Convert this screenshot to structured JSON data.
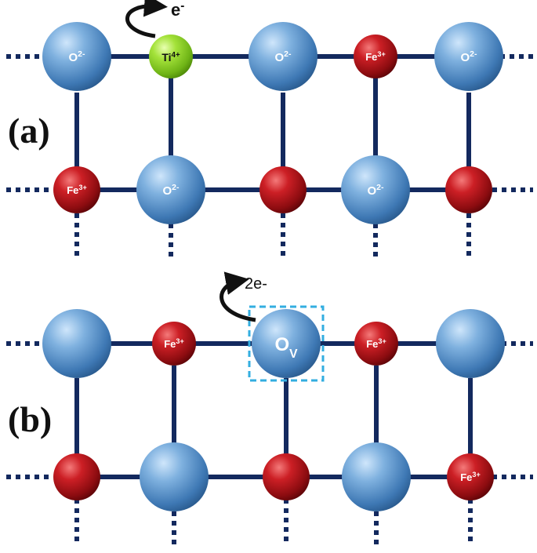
{
  "panels": {
    "a": {
      "label": "(a)",
      "electron_label": "e-",
      "top_row": [
        "O2-",
        "Ti4+",
        "O2-",
        "Fe3+",
        "O2-"
      ],
      "bottom_row": [
        "Fe3+",
        "O2-",
        "",
        "O2-",
        ""
      ]
    },
    "b": {
      "label": "(b)",
      "electron_label": "2e-",
      "vacancy_label": "OV",
      "top_row": [
        "",
        "Fe3+",
        "OV",
        "Fe3+",
        ""
      ],
      "bottom_row": [
        "",
        "",
        "",
        "",
        "Fe3+"
      ]
    }
  },
  "colors": {
    "oxygen": "#5b93c9",
    "iron": "#b3141b",
    "titanium": "#8ed22c",
    "bond": "#13295e",
    "vacancy_box": "#33aee0",
    "arrow": "#111111"
  }
}
